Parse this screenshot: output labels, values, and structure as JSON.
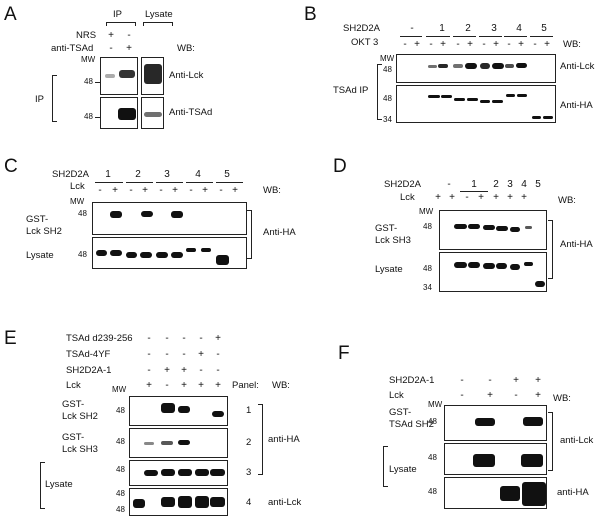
{
  "panels": {
    "A": {
      "letter": "A",
      "headers": [
        "IP",
        "Lysate"
      ],
      "rows": [
        {
          "label": "NRS",
          "signs": [
            "+",
            "-"
          ]
        },
        {
          "label": "anti-TSAd",
          "signs": [
            "-",
            "+"
          ]
        }
      ],
      "wb": "WB:",
      "mw": "MW",
      "ip": "IP",
      "markers": [
        "48",
        "48"
      ],
      "blots": [
        "Anti-Lck",
        "Anti-TSAd"
      ]
    },
    "B": {
      "letter": "B",
      "sh2d2a": "SH2D2A",
      "okt3": "OKT 3",
      "lanes": [
        "-",
        "1",
        "2",
        "3",
        "4",
        "5"
      ],
      "okt3_signs": [
        "-",
        "+",
        "-",
        "+",
        "-",
        "+",
        "-",
        "+",
        "-",
        "+",
        "-",
        "+"
      ],
      "wb": "WB:",
      "mw": "MW",
      "markers_top": [
        "48"
      ],
      "markers_bottom": [
        "48",
        "34"
      ],
      "side_label": "TSAd IP",
      "blots": [
        "Anti-Lck",
        "Anti-HA"
      ]
    },
    "C": {
      "letter": "C",
      "sh2d2a": "SH2D2A",
      "lck": "Lck",
      "lanes": [
        "1",
        "2",
        "3",
        "4",
        "5"
      ],
      "lck_signs": [
        "-",
        "+",
        "-",
        "+",
        "-",
        "+",
        "-",
        "+",
        "-",
        "+"
      ],
      "wb": "WB:",
      "mw": "MW",
      "gst_label": [
        "GST-",
        "Lck SH2"
      ],
      "lysate": "Lysate",
      "markers": [
        "48",
        "48"
      ],
      "antibody": "Anti-HA"
    },
    "D": {
      "letter": "D",
      "sh2d2a": "SH2D2A",
      "lck": "Lck",
      "lanes": [
        "-",
        "1",
        "2",
        "3",
        "4",
        "5"
      ],
      "lck_signs": [
        "+",
        "+",
        "-",
        "+",
        "+",
        "+",
        "+"
      ],
      "wb": "WB:",
      "mw": "MW",
      "gst_label": [
        "GST-",
        "Lck SH3"
      ],
      "lysate": "Lysate",
      "markers": [
        "48",
        "48",
        "34"
      ],
      "antibody": "Anti-HA"
    },
    "E": {
      "letter": "E",
      "rows": [
        {
          "label": "TSAd d239-256",
          "signs": [
            "-",
            "-",
            "-",
            "-",
            "+"
          ]
        },
        {
          "label": "TSAd-4YF",
          "signs": [
            "-",
            "-",
            "-",
            "+",
            "-"
          ]
        },
        {
          "label": "SH2D2A-1",
          "signs": [
            "-",
            "+",
            "+",
            "-",
            "-"
          ]
        },
        {
          "label": "Lck",
          "signs": [
            "+",
            "-",
            "+",
            "+",
            "+"
          ]
        }
      ],
      "mw": "MW",
      "panel_label": "Panel:",
      "wb": "WB:",
      "gst_sh2": [
        "GST-",
        "Lck SH2"
      ],
      "gst_sh3": [
        "GST-",
        "Lck SH3"
      ],
      "lysate": "Lysate",
      "markers": [
        "48",
        "48",
        "48",
        "48",
        "48"
      ],
      "panel_numbers": [
        "1",
        "2",
        "3",
        "4"
      ],
      "antibodies": [
        "anti-HA",
        "anti-Lck"
      ]
    },
    "F": {
      "letter": "F",
      "rows": [
        {
          "label": "SH2D2A-1",
          "signs": [
            "-",
            "-",
            "+",
            "+"
          ]
        },
        {
          "label": "Lck",
          "signs": [
            "-",
            "+",
            "-",
            "+"
          ]
        }
      ],
      "mw": "MW",
      "wb": "WB:",
      "gst_label": [
        "GST-",
        "TSAd SH2"
      ],
      "lysate": "Lysate",
      "markers": [
        "48",
        "48",
        "48"
      ],
      "antibodies": [
        "anti-Lck",
        "anti-HA"
      ]
    }
  }
}
